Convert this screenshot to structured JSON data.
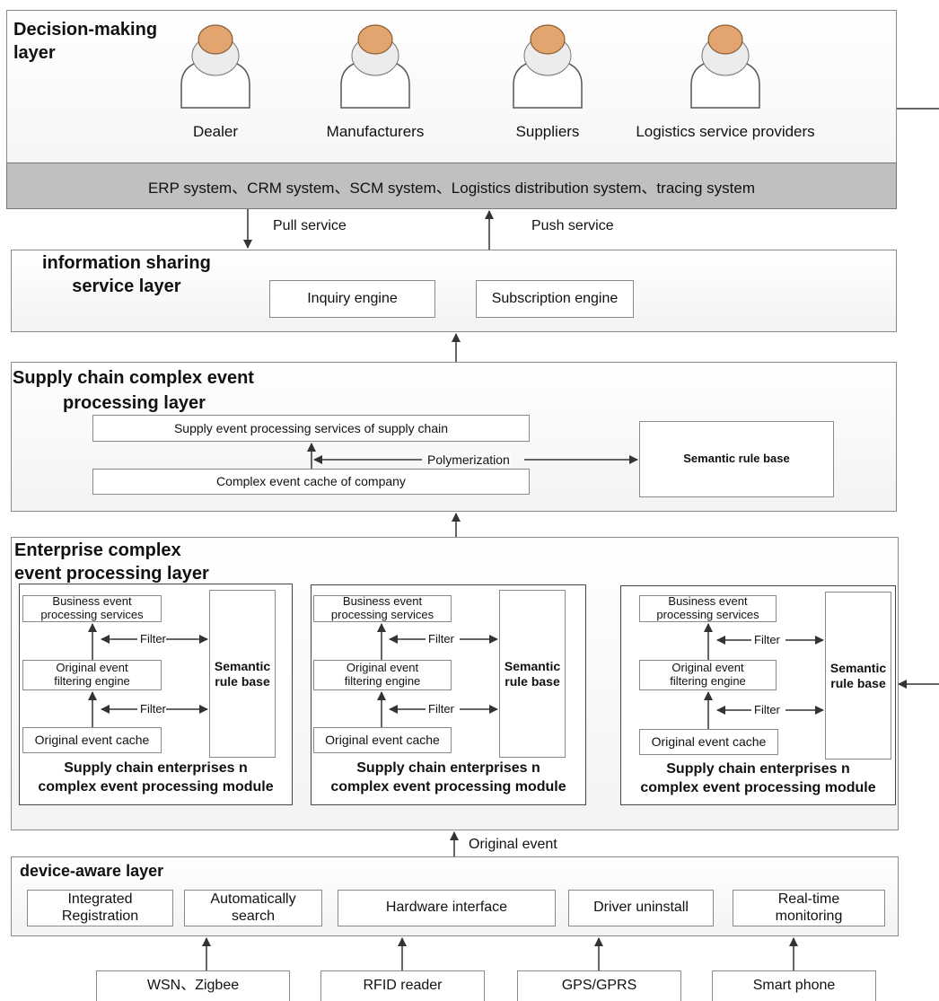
{
  "decision_layer": {
    "title": "Decision-making\nlayer",
    "actors": [
      "Dealer",
      "Manufacturers",
      "Suppliers",
      "Logistics service providers"
    ],
    "systems": "ERP system、CRM system、SCM system、Logistics distribution system、tracing system"
  },
  "services": {
    "pull": "Pull service",
    "push": "Push service"
  },
  "sharing_layer": {
    "title": "information sharing\nservice layer",
    "inquiry": "Inquiry engine",
    "subscription": "Subscription engine"
  },
  "supply_layer": {
    "title_line1": "Supply chain complex event",
    "title_line2": "processing layer",
    "services": "Supply event processing services of supply chain",
    "cache": "Complex event  cache of company",
    "polymerization": "Polymerization",
    "rule_base": "Semantic rule base"
  },
  "enterprise_layer": {
    "title": "Enterprise complex\nevent processing layer",
    "module": {
      "business": "Business event\nprocessing services",
      "filtering": "Original event\nfiltering engine",
      "cache": "Original event cache",
      "filter": "Filter",
      "rule_base": "Semantic\nrule base",
      "title": "Supply chain enterprises n\ncomplex event processing module"
    }
  },
  "original_event": "Original event",
  "device_layer": {
    "title": "device-aware layer",
    "items": [
      "Integrated\nRegistration",
      "Automatically\nsearch",
      "Hardware interface",
      "Driver uninstall",
      "Real-time\nmonitoring"
    ]
  },
  "devices": [
    "WSN、Zigbee",
    "RFID reader",
    "GPS/GPRS",
    "Smart phone"
  ],
  "colors": {
    "head": "#e3a56f",
    "body": "#ffffff",
    "sysbar": "#c0c0c0"
  }
}
